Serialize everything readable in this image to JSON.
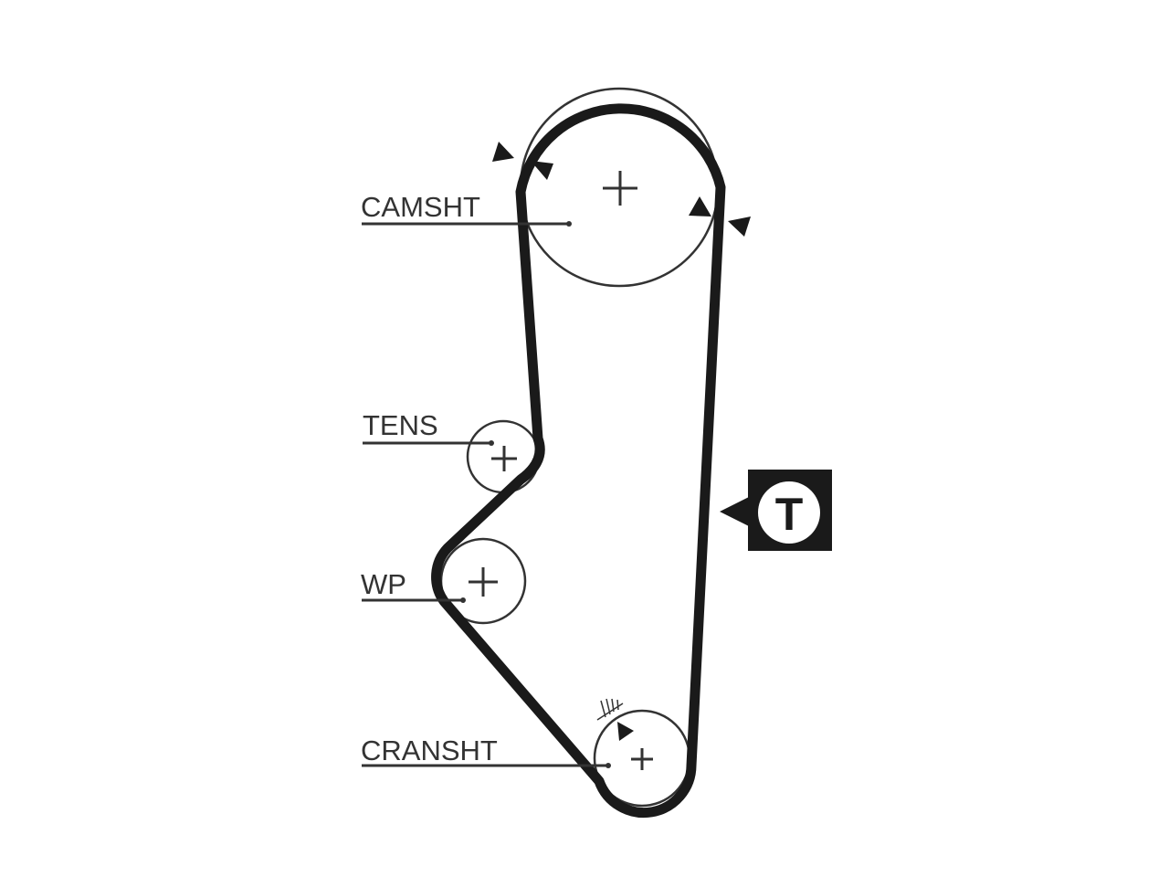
{
  "labels": {
    "camshaft": "CAMSHT",
    "tensioner": "TENS",
    "water_pump": "WP",
    "crankshaft": "CRANSHT"
  },
  "tension_marker": {
    "letter": "T"
  },
  "colors": {
    "belt": "#1a1a1a",
    "lines": "#333333",
    "background": "#ffffff"
  },
  "icons": {
    "tension_marker": "tension-icon",
    "timing_marks": "triangle-mark-icon"
  }
}
